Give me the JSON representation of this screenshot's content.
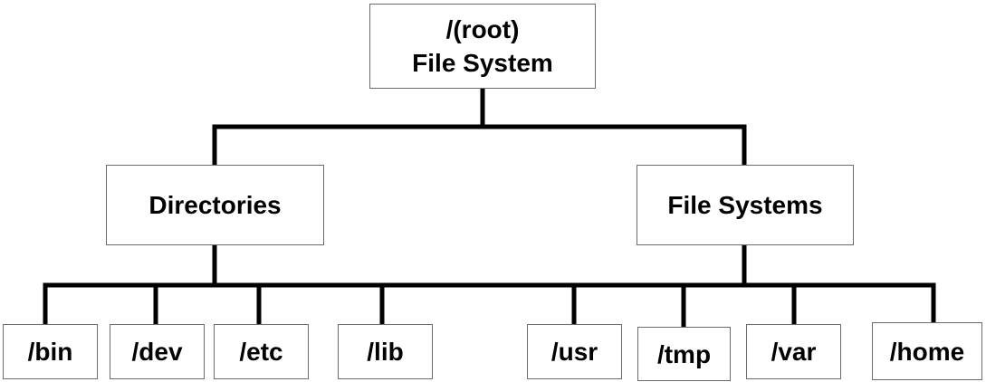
{
  "diagram": {
    "type": "tree",
    "root": {
      "label_line1": "/(root)",
      "label_line2": "File System"
    },
    "branches": [
      {
        "label": "Directories"
      },
      {
        "label": "File Systems"
      }
    ],
    "leaves": [
      {
        "label": "/bin",
        "group": "Directories"
      },
      {
        "label": "/dev",
        "group": "Directories"
      },
      {
        "label": "/etc",
        "group": "Directories"
      },
      {
        "label": "/lib",
        "group": "Directories"
      },
      {
        "label": "/usr",
        "group": "File Systems"
      },
      {
        "label": "/tmp",
        "group": "File Systems"
      },
      {
        "label": "/var",
        "group": "File Systems"
      },
      {
        "label": "/home",
        "group": "File Systems"
      }
    ],
    "colors": {
      "line": "#000000",
      "box_border": "#6b6b6b",
      "box_fill": "#ffffff",
      "text": "#000000"
    }
  }
}
